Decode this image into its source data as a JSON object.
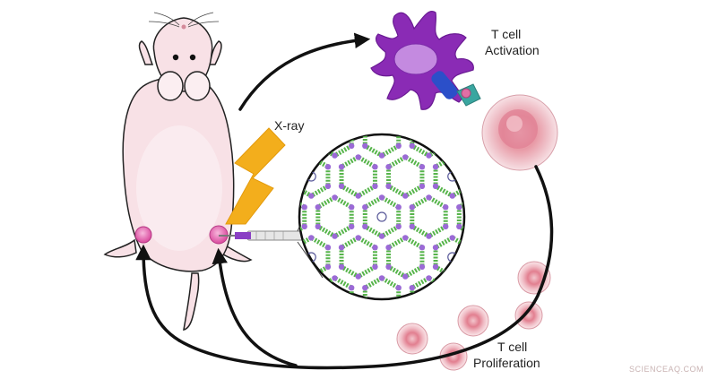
{
  "labels": {
    "xray": "X-ray",
    "activation_line1": "T cell",
    "activation_line2": "Activation",
    "proliferation_line1": "T cell",
    "proliferation_line2": "Proliferation"
  },
  "watermark": "SCIENCEAQ.COM",
  "colors": {
    "mouse_skin": "#f8e1e6",
    "mouse_outline": "#222222",
    "tumor": "#e05aa8",
    "xray_bolt": "#f3ae1c",
    "dendritic_cell": "#8a2bb5",
    "dendritic_nucleus": "#c48ae0",
    "t_cell": "#e8a0aa",
    "framework_green": "#56b44a",
    "framework_purple": "#9b6ad6",
    "arrow": "#111111"
  },
  "icons": [
    "mouse-icon",
    "lightning-icon",
    "dendritic-cell-icon",
    "t-cell-icon",
    "syringe-icon",
    "mof-framework-icon"
  ]
}
